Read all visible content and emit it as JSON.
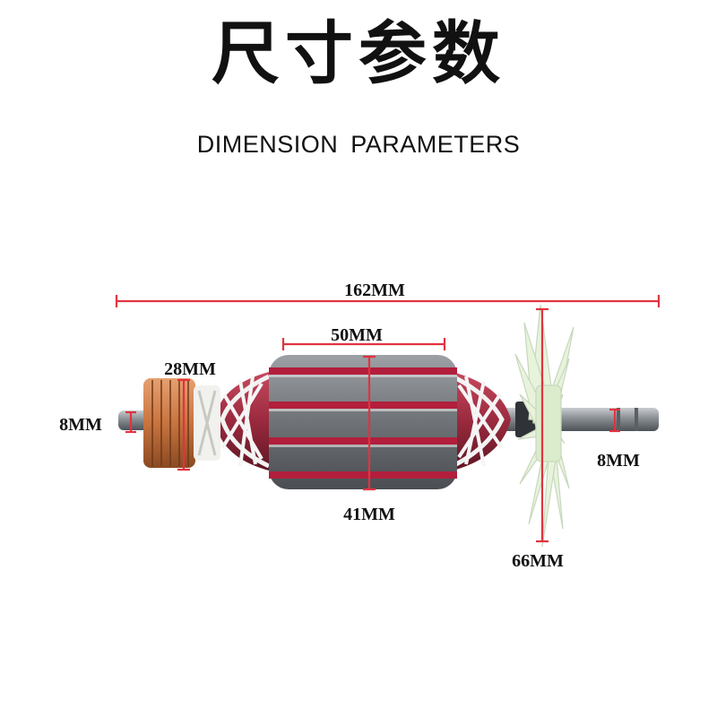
{
  "header": {
    "title_cn": "尺寸参数",
    "title_en": "DIMENSION PARAMETERS"
  },
  "dimensions": {
    "overall_length": "162MM",
    "core_length": "50MM",
    "commutator_diameter": "28MM",
    "left_shaft_diameter": "8MM",
    "core_diameter": "41MM",
    "right_shaft_diameter": "8MM",
    "fan_diameter": "66MM"
  },
  "colors": {
    "dimension_line": "#e0343f",
    "commutator_copper": "#c8743f",
    "lamination_steel": "#6f7377",
    "insulation_red": "#b21e3c",
    "fan_plastic": "#e8f3dc",
    "shaft_steel": "#8a8f94"
  }
}
